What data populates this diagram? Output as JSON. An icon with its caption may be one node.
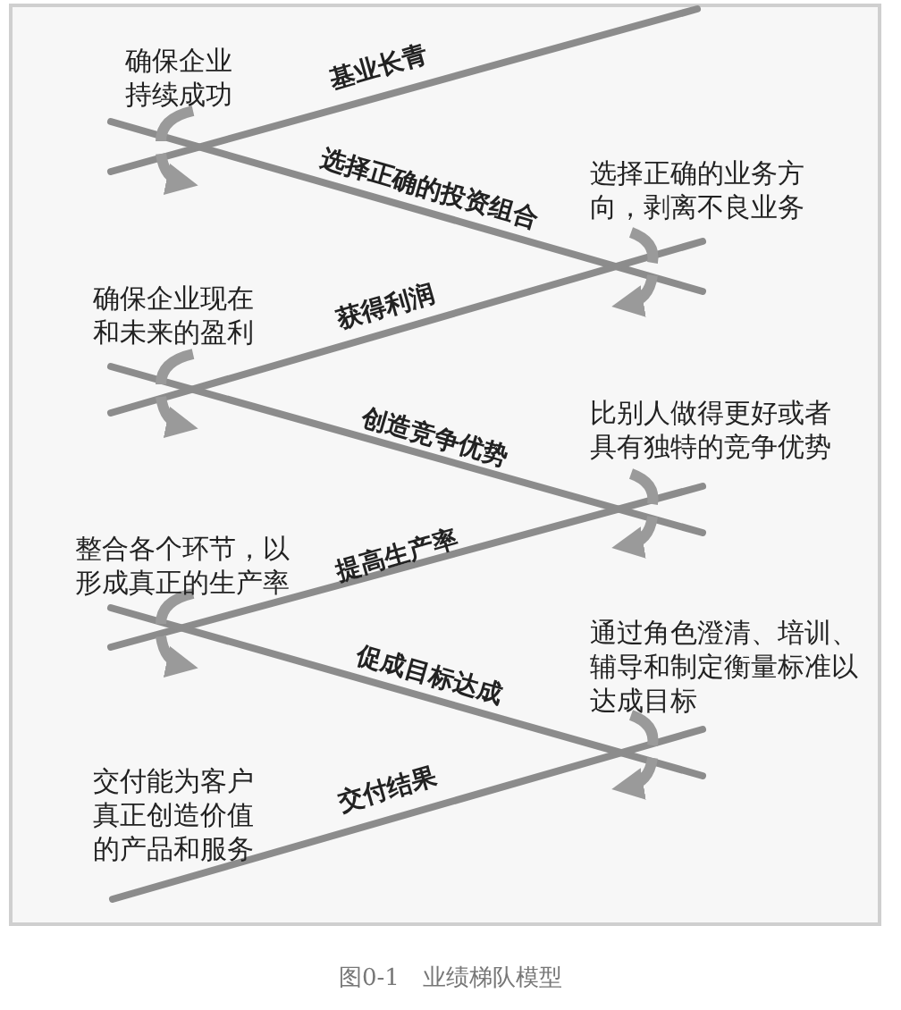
{
  "diagram": {
    "caption": "图0-1　业绩梯队模型",
    "labels": [
      "确保企业持续成功",
      "基业长青",
      "选择正确的投资组合",
      "选择正确的业务方向，剥离不良业务",
      "确保企业现在和未来的盈利",
      "获得利润",
      "创造竞争优势",
      "比别人做得更好或者具有独特的竞争优势",
      "整合各个环节，以形成真正的生产率",
      "提高生产率",
      "促成目标达成",
      "通过角色澄清、培训、辅导和制定衡量标准以达成目标",
      "交付能为客户真正创造价值的产品和服务",
      "交付结果"
    ]
  }
}
